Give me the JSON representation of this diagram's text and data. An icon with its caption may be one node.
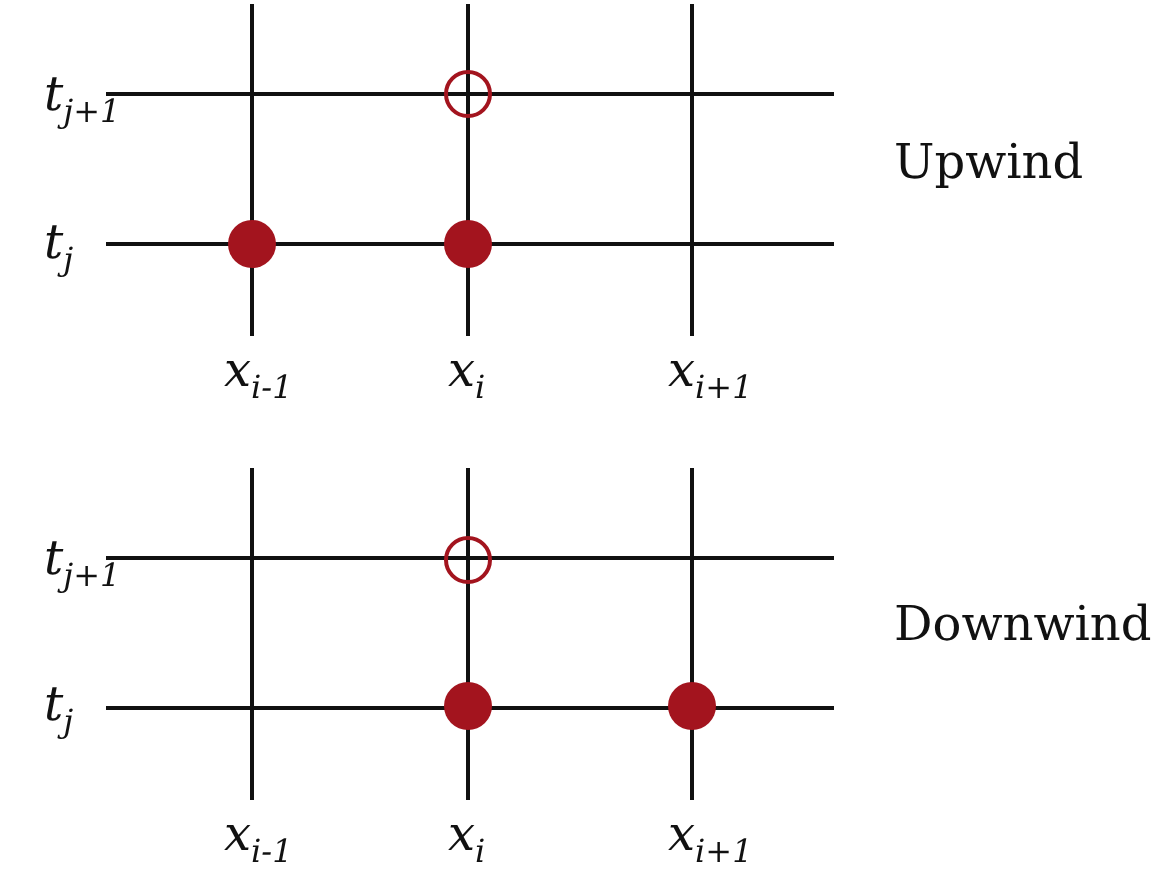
{
  "diagram": {
    "labels": [
      "t$_{j+1}$",
      "Upwind",
      "t$_{j}$",
      "x$_{i-1}$",
      "x$_{i}$",
      "x$_{i+1}$",
      "t$_{j+1}$",
      "Downwind",
      "t$_{j}$",
      "x$_{i-1}$",
      "x$_{i}$",
      "x$_{i+1}$"
    ]
  }
}
